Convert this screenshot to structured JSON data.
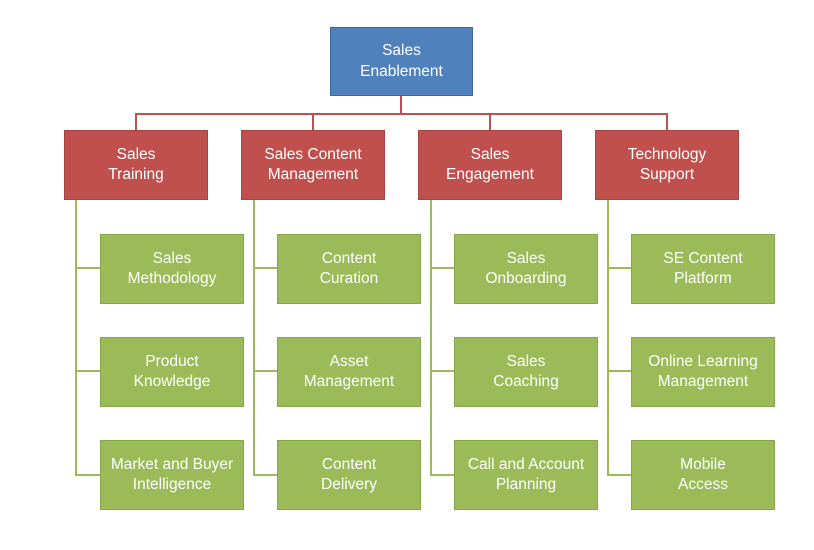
{
  "root": {
    "label": "Sales\nEnablement"
  },
  "categories": [
    {
      "label": "Sales\nTraining",
      "items": [
        "Sales\nMethodology",
        "Product\nKnowledge",
        "Market and Buyer\nIntelligence"
      ]
    },
    {
      "label": "Sales Content\nManagement",
      "items": [
        "Content\nCuration",
        "Asset\nManagement",
        "Content\nDelivery"
      ]
    },
    {
      "label": "Sales\nEngagement",
      "items": [
        "Sales\nOnboarding",
        "Sales\nCoaching",
        "Call and Account\nPlanning"
      ]
    },
    {
      "label": "Technology\nSupport",
      "items": [
        "SE Content\nPlatform",
        "Online Learning\nManagement",
        "Mobile\nAccess"
      ]
    }
  ],
  "colors": {
    "root": "#4f81bd",
    "category": "#c0504d",
    "item": "#9bbb59",
    "connector": "#c0504d"
  }
}
